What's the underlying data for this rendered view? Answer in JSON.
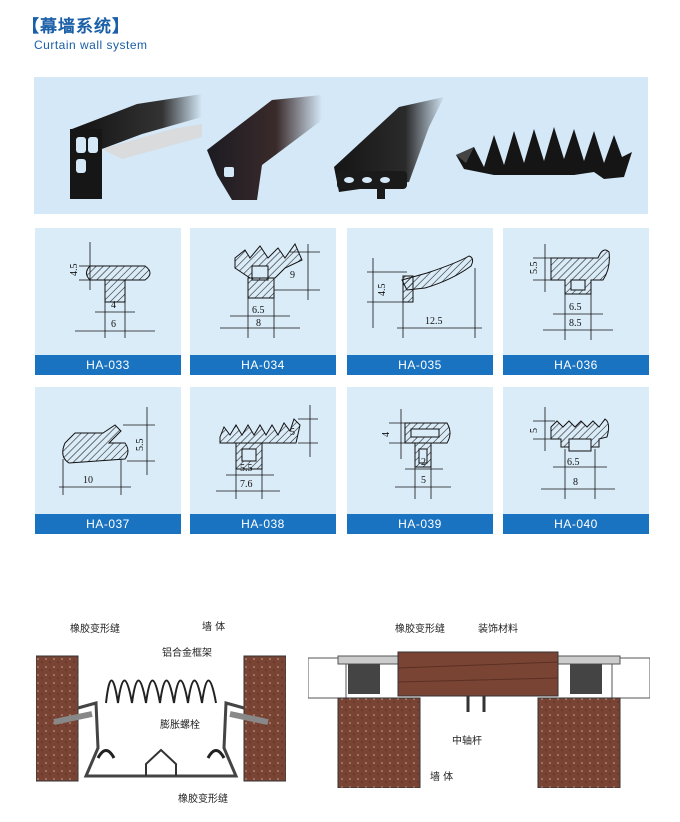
{
  "header": {
    "title_cn": "【幕墙系统】",
    "title_en": "Curtain wall system"
  },
  "photos": [
    {
      "icon": "rubber-seal-profile-photo-1"
    },
    {
      "icon": "rubber-seal-profile-photo-2"
    },
    {
      "icon": "rubber-seal-profile-photo-3"
    },
    {
      "icon": "rubber-bellows-profile-photo"
    }
  ],
  "profiles": [
    {
      "code": "HA-033",
      "dims": [
        "4.5",
        "4",
        "6"
      ]
    },
    {
      "code": "HA-034",
      "dims": [
        "9",
        "6.5",
        "8"
      ]
    },
    {
      "code": "HA-035",
      "dims": [
        "4.5",
        "12.5"
      ]
    },
    {
      "code": "HA-036",
      "dims": [
        "5.5",
        "6.5",
        "8.5"
      ]
    },
    {
      "code": "HA-037",
      "dims": [
        "5.5",
        "10"
      ]
    },
    {
      "code": "HA-038",
      "dims": [
        "5",
        "5.5",
        "7.6"
      ]
    },
    {
      "code": "HA-039",
      "dims": [
        "4",
        "2",
        "5"
      ]
    },
    {
      "code": "HA-040",
      "dims": [
        "5",
        "6.5",
        "8"
      ]
    }
  ],
  "diagram_left": {
    "labels": {
      "rubber_joint_top": "橡胶变形缝",
      "wall": "墙 体",
      "alu_frame": "铝合金框架",
      "expansion_bolt": "膨胀螺栓",
      "rubber_joint_bottom": "橡胶变形缝"
    }
  },
  "diagram_right": {
    "labels": {
      "rubber_joint": "橡胶变形缝",
      "decor_material": "装饰材料",
      "center_shaft": "中轴杆",
      "wall": "墙 体"
    }
  },
  "colors": {
    "brand_blue": "#1a5fa8",
    "label_bar": "#1a73c0",
    "card_bg": "#dbecf9",
    "photo_bg": "#d4e8f7",
    "wall_brown": "#7a4434"
  }
}
